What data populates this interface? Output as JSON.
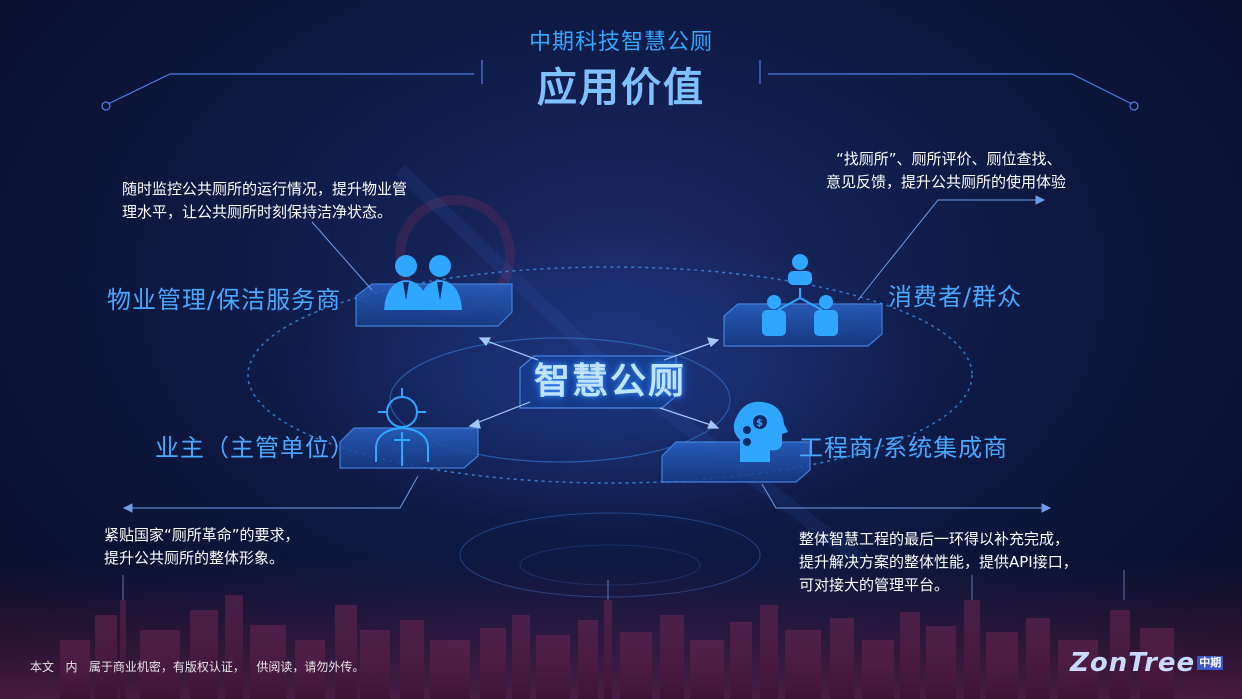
{
  "header": {
    "subtitle": "中期科技智慧公厕",
    "title": "应用价值"
  },
  "center": {
    "label": "智慧公厕"
  },
  "roles": {
    "property": {
      "label": "物业管理/保洁服务商",
      "icon": "business-people-icon",
      "description_lines": [
        "随时监控公共厕所的运行情况，提升物业管",
        "理水平，让公共厕所时刻保持洁净状态。"
      ]
    },
    "consumer": {
      "label": "消费者/群众",
      "icon": "org-hierarchy-icon",
      "description_lines": [
        "“找厕所”、厕所评价、厕位查找、",
        "意见反馈，提升公共厕所的使用体验"
      ]
    },
    "owner": {
      "label": "业主（主管单位）",
      "icon": "target-person-icon",
      "description_lines": [
        "紧贴国家“厕所革命”的要求，",
        "提升公共厕所的整体形象。"
      ]
    },
    "engineer": {
      "label": "工程商/系统集成商",
      "icon": "head-money-icon",
      "description_lines": [
        "整体智慧工程的最后一环得以补充完成，",
        "提升解决方案的整体性能，提供API接口，",
        "可对接大的管理平台。"
      ]
    }
  },
  "footer": {
    "notice": "本文   内   属于商业机密，有版权认证，   供阅读，请勿外传。",
    "logo_text": "ZonTree",
    "logo_cn": "中期"
  },
  "colors": {
    "accent": "#35a7ff",
    "role_label": "#4aa8ff",
    "platform_fill": "#1e4fa8",
    "icon": "#2fa6ff"
  }
}
